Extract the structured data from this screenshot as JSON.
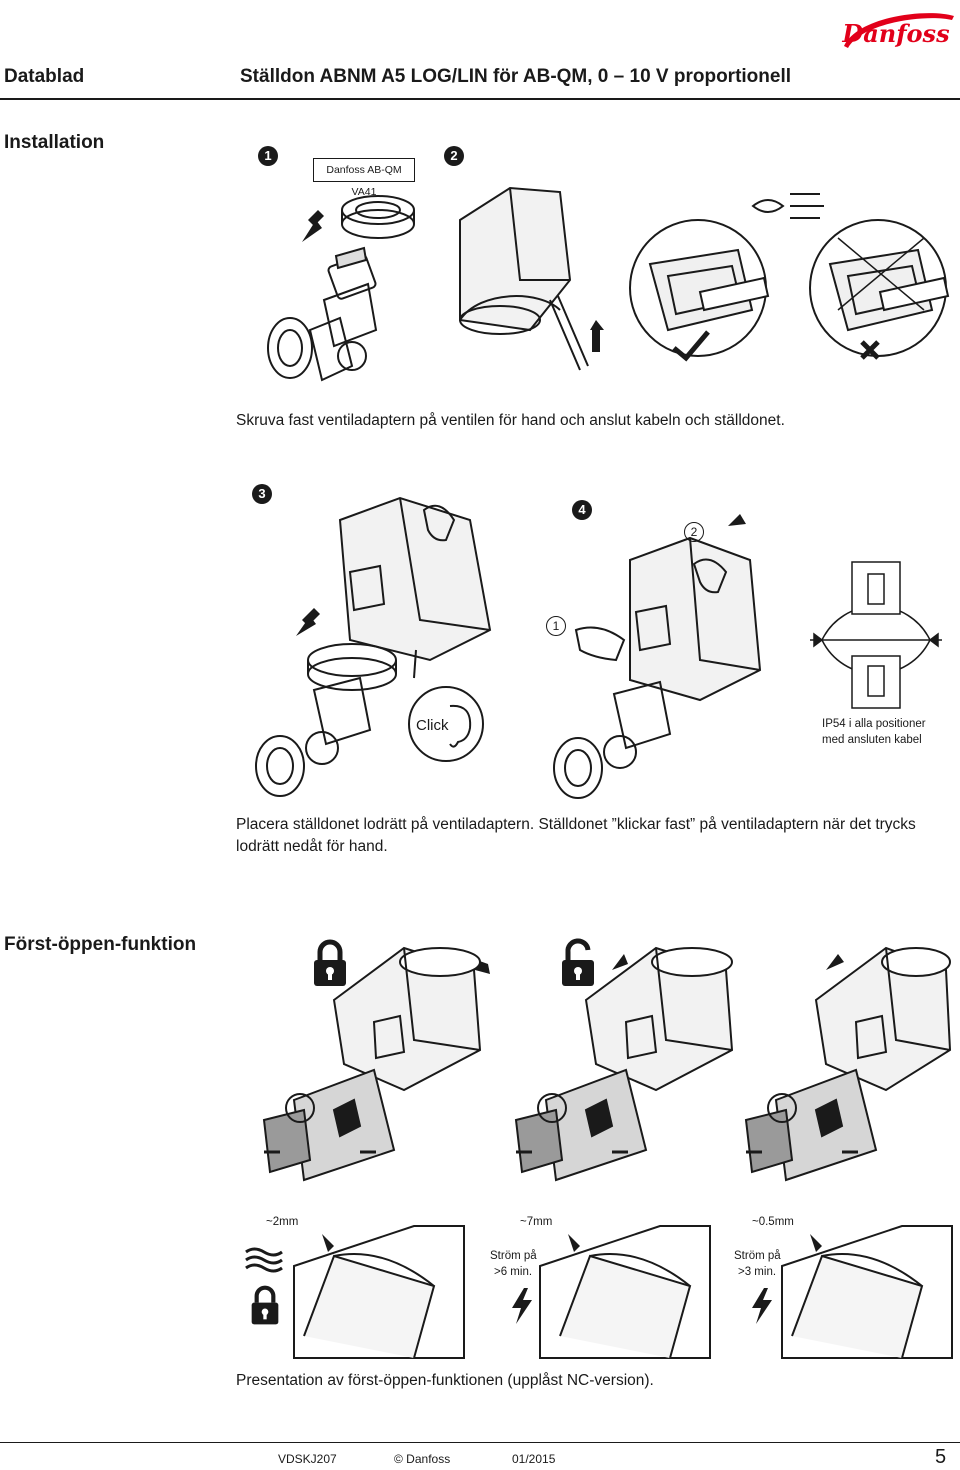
{
  "header": {
    "doc_label": "Datablad",
    "doc_title": "Ställdon ABNM A5 LOG/LIN för AB-QM, 0 – 10 V proportionell",
    "logo_text": "Danfoss",
    "brand_color": "#e2001a"
  },
  "installation": {
    "title": "Installation",
    "steps": [
      "1",
      "2",
      "3",
      "4"
    ],
    "model_label": "Danfoss AB-QM VA41",
    "sub_steps": [
      "1",
      "2"
    ],
    "click_label": "Click",
    "ip_text_line1": "IP54 i alla positioner",
    "ip_text_line2": "med ansluten kabel",
    "caption_1": "Skruva fast ventiladaptern på ventilen för hand och anslut kabeln och ställdonet.",
    "caption_2": "Placera ställdonet lodrätt på ventiladaptern. Ställdonet ”klickar fast” på ventiladaptern när det trycks lodrätt nedåt för hand."
  },
  "first_open": {
    "title": "Först-öppen-funktion",
    "details": [
      {
        "measure": "~2mm"
      },
      {
        "measure": "~7mm",
        "line1": "Ström på",
        "line2": ">6 min."
      },
      {
        "measure": "~0.5mm",
        "line1": "Ström på",
        "line2": ">3 min."
      }
    ],
    "caption": "Presentation av först-öppen-funktionen (upplåst NC-version)."
  },
  "footer": {
    "code": "VDSKJ207",
    "copyright": "© Danfoss",
    "date": "01/2015",
    "page": "5"
  }
}
